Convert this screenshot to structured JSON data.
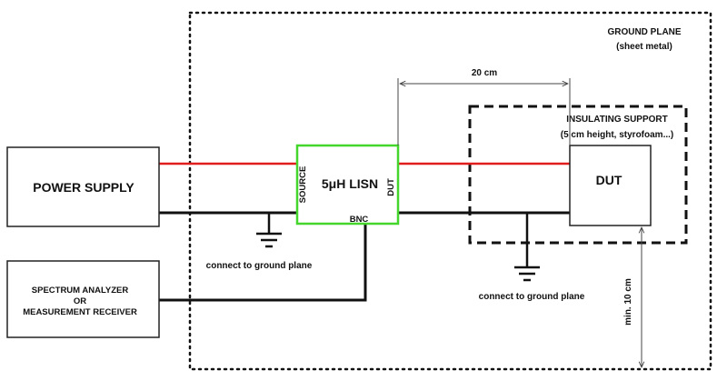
{
  "colors": {
    "power_line": "#e11d1d",
    "ground_line": "#111111",
    "lisn_border": "#44d62c",
    "box_border": "#222222",
    "dimension": "#444444"
  },
  "ground_plane": {
    "title": "GROUND PLANE",
    "subtitle": "(sheet metal)"
  },
  "power_supply": {
    "label": "POWER SUPPLY"
  },
  "analyzer": {
    "line1": "SPECTRUM ANALYZER",
    "line2": "OR",
    "line3": "MEASUREMENT RECEIVER"
  },
  "lisn": {
    "label": "5μH LISN",
    "source_port": "SOURCE",
    "dut_port": "DUT",
    "bnc_port": "BNC"
  },
  "dut": {
    "label": "DUT"
  },
  "insulating_support": {
    "line1": "INSULATING SUPPORT",
    "line2": "(5 cm height, styrofoam...)"
  },
  "ground_connections": {
    "left": "connect to ground plane",
    "right": "connect to ground plane"
  },
  "dimensions": {
    "horizontal": "20 cm",
    "vertical": "min. 10 cm"
  }
}
